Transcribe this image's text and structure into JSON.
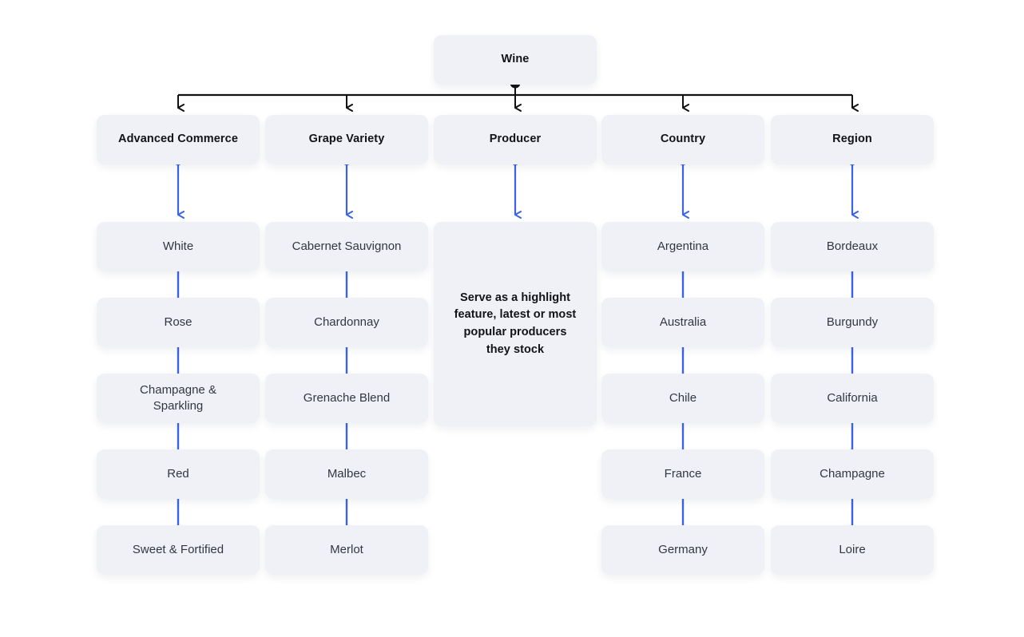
{
  "diagram": {
    "title": "Wine",
    "root": {
      "label": "Wine"
    },
    "colors": {
      "box_bg": "#eff1f6",
      "accent_blue": "#3b63e8",
      "bus_black": "#121212",
      "text_dark": "#33373f",
      "text_head": "#111318",
      "page_bg": "#ffffff"
    },
    "columns": [
      {
        "id": "advanced-commerce",
        "header": "Advanced Commerce",
        "items": [
          {
            "label": "White"
          },
          {
            "label": "Rose"
          },
          {
            "label": "Champagne &\nSparkling"
          },
          {
            "label": "Red"
          },
          {
            "label": "Sweet & Fortified"
          }
        ]
      },
      {
        "id": "grape-variety",
        "header": "Grape Variety",
        "items": [
          {
            "label": "Cabernet Sauvignon"
          },
          {
            "label": "Chardonnay"
          },
          {
            "label": "Grenache Blend"
          },
          {
            "label": "Malbec"
          },
          {
            "label": "Merlot"
          }
        ]
      },
      {
        "id": "producer",
        "header": "Producer",
        "note": "Serve as a highlight\nfeature, latest or most\npopular producers\nthey stock",
        "items": []
      },
      {
        "id": "country",
        "header": "Country",
        "items": [
          {
            "label": "Argentina"
          },
          {
            "label": "Australia"
          },
          {
            "label": "Chile"
          },
          {
            "label": "France"
          },
          {
            "label": "Germany"
          }
        ]
      },
      {
        "id": "region",
        "header": "Region",
        "items": [
          {
            "label": "Bordeaux"
          },
          {
            "label": "Burgundy"
          },
          {
            "label": "California"
          },
          {
            "label": "Champagne"
          },
          {
            "label": "Loire"
          }
        ]
      }
    ]
  }
}
